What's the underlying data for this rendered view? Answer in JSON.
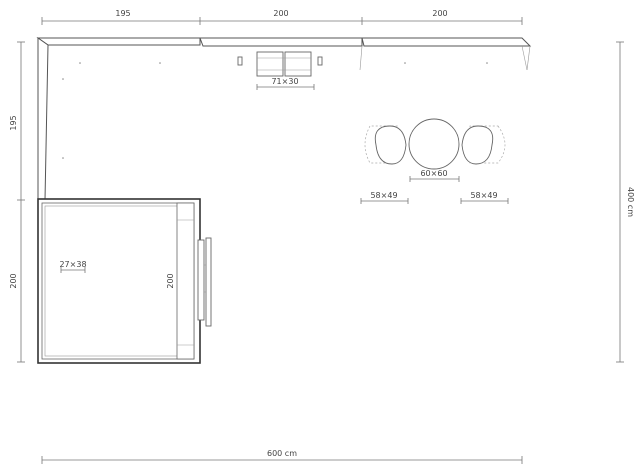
{
  "dimensions": {
    "top_1": "195",
    "top_2": "200",
    "top_3": "200",
    "left_1": "195",
    "left_2": "200",
    "right": "400 cm",
    "bottom": "600 cm",
    "inner_room": "200"
  },
  "furniture": {
    "sink": "71×30",
    "table": "60×60",
    "chair_left": "58×49",
    "chair_right": "58×49",
    "stool": "27×38"
  }
}
